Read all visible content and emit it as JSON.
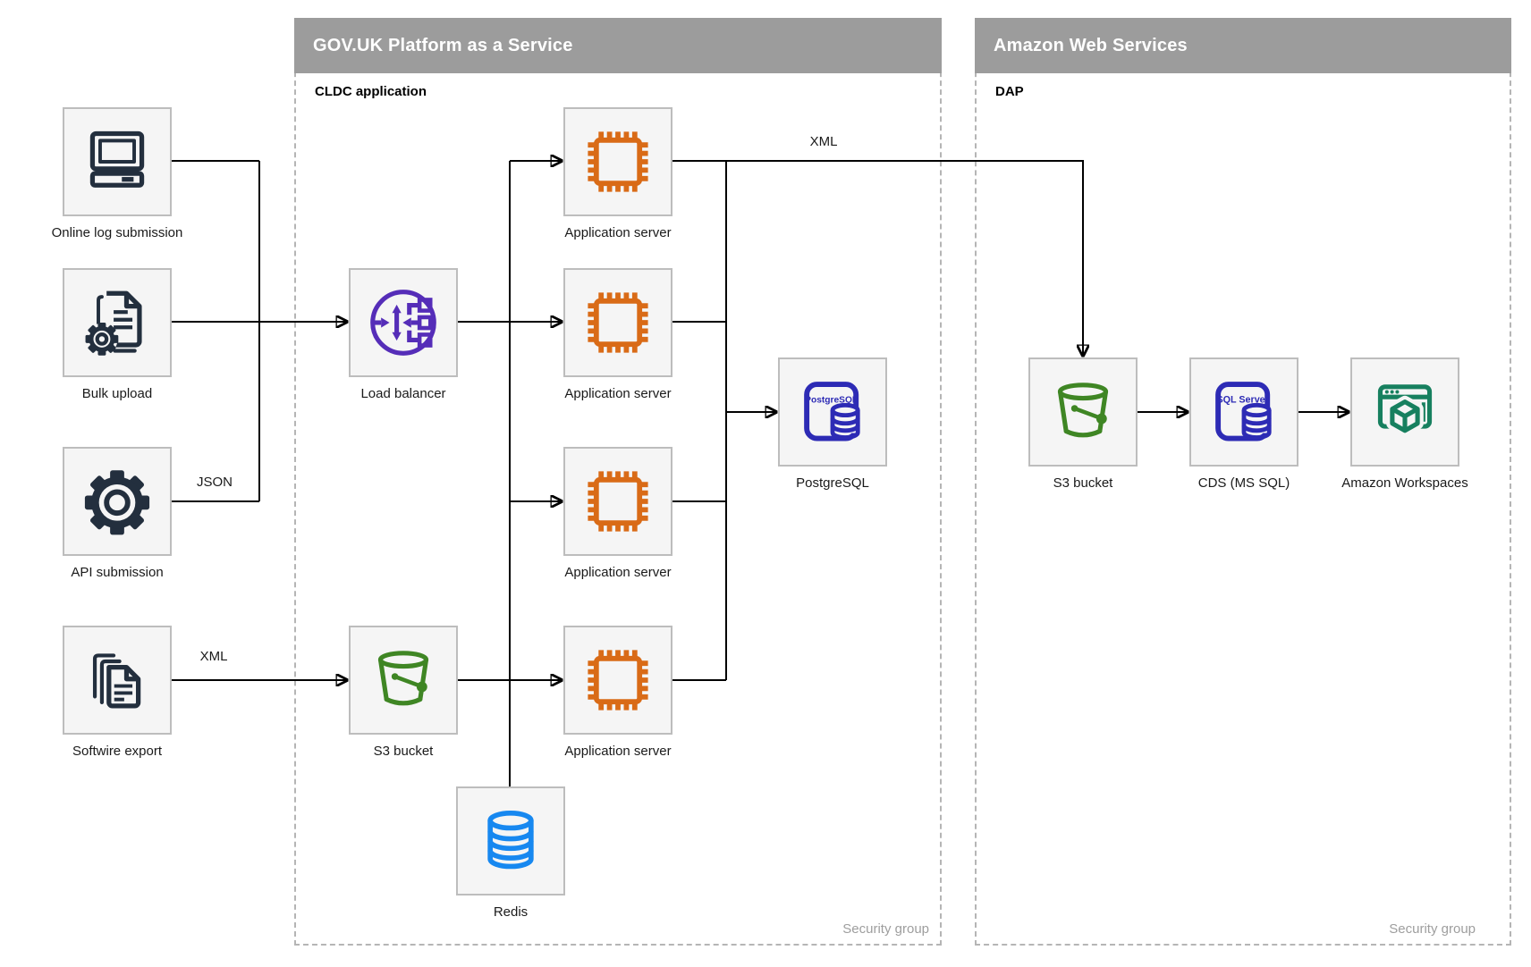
{
  "containers": {
    "paas": {
      "title": "GOV.UK Platform as a Service",
      "subtitle": "CLDC application",
      "footer": "Security group"
    },
    "aws": {
      "title": "Amazon Web Services",
      "subtitle": "DAP",
      "footer": "Security group"
    }
  },
  "nodes": {
    "online_log": {
      "label": "Online log submission",
      "icon": "computer-icon"
    },
    "bulk_upload": {
      "label": "Bulk upload",
      "icon": "document-gear-icon"
    },
    "api_submission": {
      "label": "API submission",
      "icon": "gear-icon"
    },
    "softwire_export": {
      "label": "Softwire export",
      "icon": "documents-stack-icon"
    },
    "load_balancer": {
      "label": "Load balancer",
      "icon": "load-balancer-icon"
    },
    "s3_mid": {
      "label": "S3 bucket",
      "icon": "bucket-icon"
    },
    "app_server_1": {
      "label": "Application server",
      "icon": "chip-icon"
    },
    "app_server_2": {
      "label": "Application server",
      "icon": "chip-icon"
    },
    "app_server_3": {
      "label": "Application server",
      "icon": "chip-icon"
    },
    "app_server_4": {
      "label": "Application server",
      "icon": "chip-icon"
    },
    "postgresql": {
      "label": "PostgreSQL",
      "icon": "postgresql-database-icon",
      "icon_text": "PostgreSQL"
    },
    "redis": {
      "label": "Redis",
      "icon": "database-cylinder-icon"
    },
    "s3_aws": {
      "label": "S3 bucket",
      "icon": "bucket-icon"
    },
    "cds": {
      "label": "CDS (MS SQL)",
      "icon": "sql-server-database-icon",
      "icon_text": "SQL Server"
    },
    "workspaces": {
      "label": "Amazon Workspaces",
      "icon": "workspaces-icon"
    }
  },
  "edge_labels": {
    "json": "JSON",
    "xml_softwire": "XML",
    "xml_app": "XML"
  },
  "colors": {
    "dark_navy": "#232f3e",
    "purple": "#552db8",
    "orange": "#d96b17",
    "green": "#3f8624",
    "indigo": "#2d2bb5",
    "redis_blue": "#1788f0",
    "teal": "#17805f",
    "header_gray": "#9c9c9c",
    "box_fill": "#f5f5f5",
    "box_border": "#bdbdbd",
    "dashed_border": "#b5b5b5",
    "line": "#000000"
  }
}
